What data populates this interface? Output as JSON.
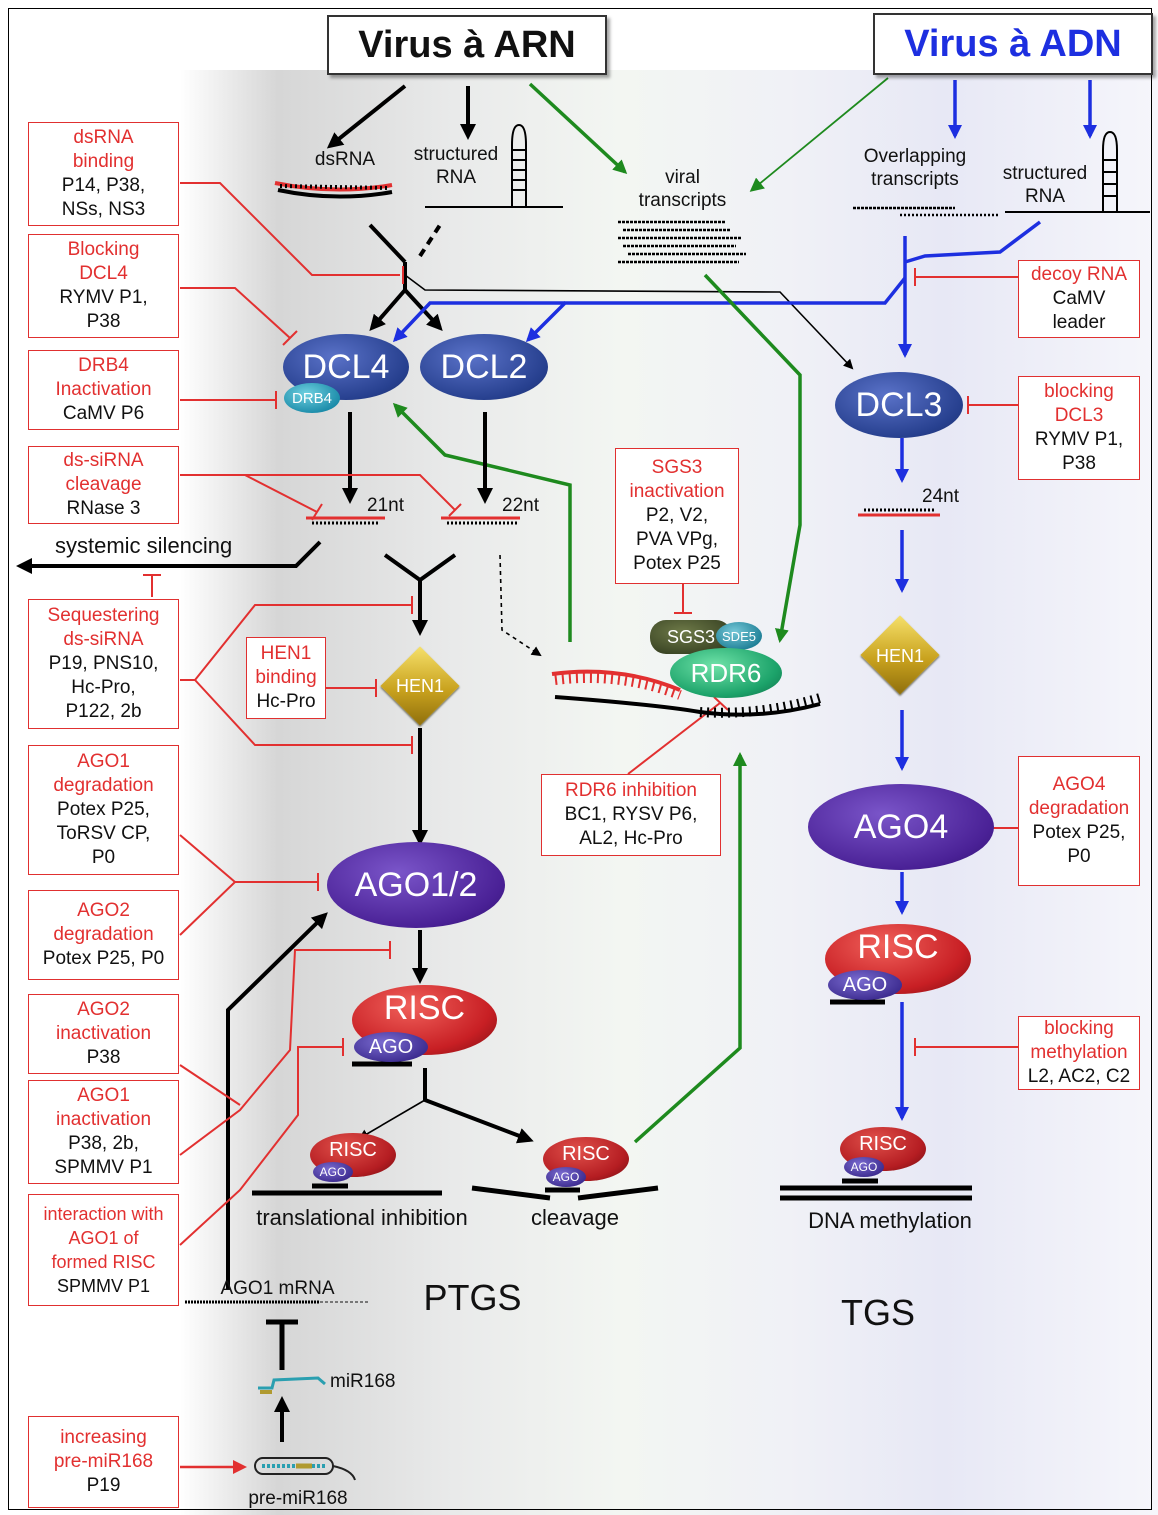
{
  "headers": {
    "rna_virus": "Virus à ARN",
    "dna_virus": "Virus à ADN"
  },
  "colors": {
    "inhibitor_red": "#e23030",
    "rna_path_black": "#000000",
    "dna_path_blue": "#1d2fe0",
    "feedback_green": "#1e8a1e"
  },
  "substrates": {
    "dsrna": "dsRNA",
    "structured_rna_left": [
      "structured",
      "RNA"
    ],
    "viral_transcripts": [
      "viral",
      "transcripts"
    ],
    "overlapping_transcripts": [
      "Overlapping",
      "transcripts"
    ],
    "structured_rna_right": [
      "structured",
      "RNA"
    ]
  },
  "nodes": {
    "dcl4": "DCL4",
    "drb4": "DRB4",
    "dcl2": "DCL2",
    "dcl3": "DCL3",
    "sirna_21": "21nt",
    "sirna_22": "22nt",
    "sirna_24": "24nt",
    "hen1_left": "HEN1",
    "hen1_right": "HEN1",
    "sgs3": "SGS3",
    "sde5": "SDE5",
    "rdr6": "RDR6",
    "ago12": "AGO1/2",
    "ago4": "AGO4",
    "risc_left": "RISC",
    "risc_left_ago": "AGO",
    "risc_right": "RISC",
    "risc_right_ago": "AGO",
    "risc_small_1": "RISC",
    "risc_small_1_ago": "AGO",
    "risc_small_2": "RISC",
    "risc_small_2_ago": "AGO",
    "risc_small_3": "RISC",
    "risc_small_3_ago": "AGO"
  },
  "outcomes": {
    "systemic_silencing": "systemic silencing",
    "translational_inhibition": "translational inhibition",
    "cleavage": "cleavage",
    "dna_methylation": "DNA methylation",
    "ago1_mrna": "AGO1 mRNA",
    "mir168": "miR168",
    "pre_mir168": "pre-miR168",
    "ptgs": "PTGS",
    "tgs": "TGS"
  },
  "suppressor_boxes": [
    {
      "id": "dsrna-binding",
      "red": [
        "dsRNA",
        "binding"
      ],
      "black": [
        "P14, P38,",
        "NSs, NS3"
      ]
    },
    {
      "id": "blocking-dcl4",
      "red": [
        "Blocking",
        "DCL4"
      ],
      "black": [
        "RYMV P1,",
        "P38"
      ]
    },
    {
      "id": "drb4-inactivation",
      "red": [
        "DRB4",
        "Inactivation"
      ],
      "black": [
        "CaMV P6"
      ]
    },
    {
      "id": "ds-sirna-cleavage",
      "red": [
        "ds-siRNA",
        "cleavage"
      ],
      "black": [
        "RNase 3"
      ]
    },
    {
      "id": "sequestering-ds-sirna",
      "red": [
        "Sequestering",
        "ds-siRNA"
      ],
      "black": [
        "P19,  PNS10,",
        "Hc-Pro,",
        "P122, 2b"
      ]
    },
    {
      "id": "hen1-binding",
      "red": [
        "HEN1",
        "binding"
      ],
      "black": [
        "Hc-Pro"
      ]
    },
    {
      "id": "ago1-degradation",
      "red": [
        "AGO1",
        "degradation"
      ],
      "black": [
        "Potex P25,",
        "ToRSV CP,",
        "P0"
      ]
    },
    {
      "id": "ago2-degradation",
      "red": [
        "AGO2",
        "degradation"
      ],
      "black": [
        "Potex P25, P0"
      ]
    },
    {
      "id": "ago2-inactivation",
      "red": [
        "AGO2",
        "inactivation"
      ],
      "black": [
        "P38"
      ]
    },
    {
      "id": "ago1-inactivation",
      "red": [
        "AGO1",
        "inactivation"
      ],
      "black": [
        "P38, 2b,",
        "SPMMV P1"
      ]
    },
    {
      "id": "interaction-ago1-risc",
      "red": [
        "interaction with",
        "AGO1 of",
        "formed RISC"
      ],
      "black": [
        "SPMMV P1"
      ]
    },
    {
      "id": "increasing-pre-mir168",
      "red": [
        "increasing",
        "pre-miR168"
      ],
      "black": [
        "P19"
      ]
    },
    {
      "id": "sgs3-inactivation",
      "red": [
        "SGS3",
        "inactivation"
      ],
      "black": [
        "P2, V2,",
        "PVA VPg,",
        "Potex P25"
      ]
    },
    {
      "id": "rdr6-inhibition",
      "red": [
        "RDR6 inhibition"
      ],
      "black": [
        "BC1, RYSV P6,",
        "AL2, Hc-Pro"
      ]
    },
    {
      "id": "decoy-rna",
      "red": [
        "decoy RNA"
      ],
      "black": [
        "CaMV",
        "leader"
      ]
    },
    {
      "id": "blocking-dcl3",
      "red": [
        "blocking",
        "DCL3"
      ],
      "black": [
        "RYMV P1,",
        "P38"
      ]
    },
    {
      "id": "ago4-degradation",
      "red": [
        "AGO4",
        "degradation"
      ],
      "black": [
        "Potex P25,",
        "P0"
      ]
    },
    {
      "id": "blocking-methylation",
      "red": [
        "blocking",
        "methylation"
      ],
      "black": [
        "L2, AC2, C2"
      ]
    }
  ]
}
